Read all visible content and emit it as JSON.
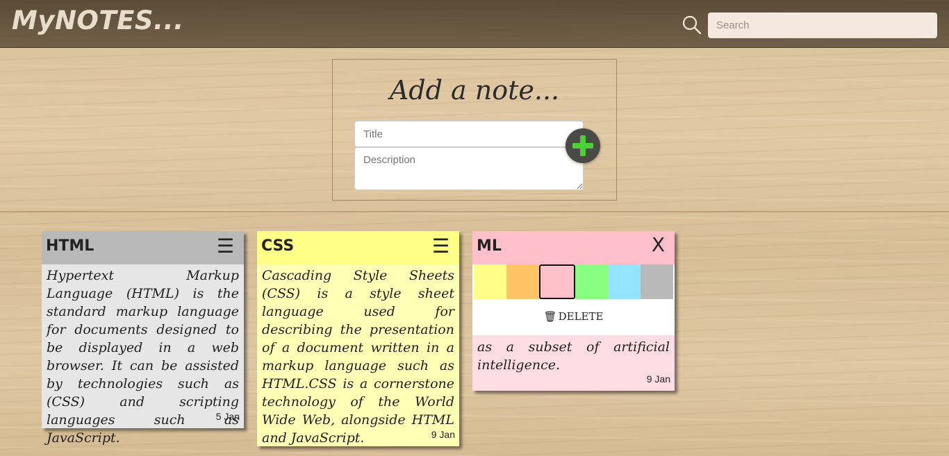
{
  "header": {
    "brand": "MyNOTES...",
    "search_placeholder": "Search",
    "search_icon": "search-icon"
  },
  "add_note": {
    "heading": "Add a note...",
    "title_placeholder": "Title",
    "description_placeholder": "Description",
    "add_icon": "plus-icon",
    "add_color": "#4cd038"
  },
  "notes": [
    {
      "title": "HTML",
      "menu_icon": "☰",
      "body": "Hypertext Markup Language (HTML) is the standard markup language for documents designed to be displayed in a web browser. It can be assisted by technologies such as (CSS) and scripting languages such as JavaScript.",
      "date": "5 Jan",
      "header_color": "#b9b9b9",
      "body_color": "#e6e6e6"
    },
    {
      "title": "CSS",
      "menu_icon": "☰",
      "body": "Cascading Style Sheets (CSS) is a style sheet language used for describing the presentation of a document written in a markup language such as HTML.CSS is a cornerstone technology of the World Wide Web, alongside HTML and JavaScript.",
      "date": "9 Jan",
      "header_color": "#ffff88",
      "body_color": "#ffffb5"
    },
    {
      "title": "ML",
      "close_icon": "X",
      "body": "as a subset of artificial intelligence.",
      "date": "9 Jan",
      "header_color": "#ffc0cb",
      "body_color": "#fddde3",
      "swatches": [
        "#ffff88",
        "#ffc466",
        "#ffc0cb",
        "#88ff80",
        "#95e3ff",
        "#b9b9b9"
      ],
      "selected_swatch": 2,
      "delete_label": "DELETE"
    }
  ]
}
